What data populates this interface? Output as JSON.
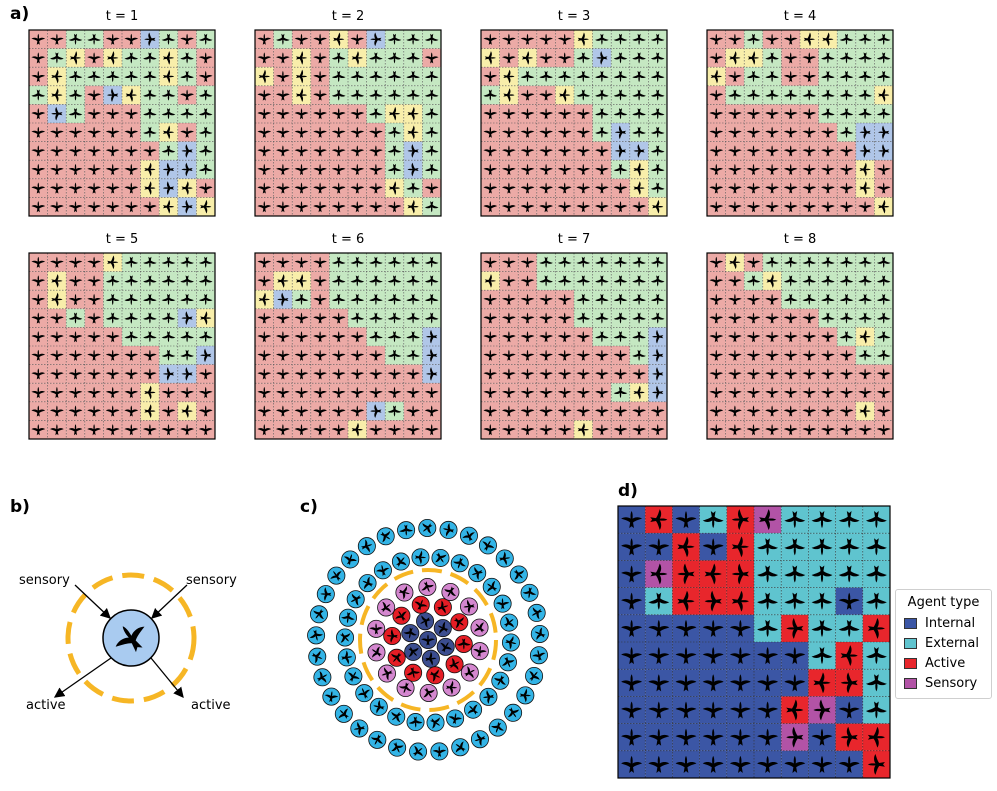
{
  "panel_labels": {
    "a": "a)",
    "b": "b)",
    "c": "c)",
    "d": "d)"
  },
  "colors": {
    "red_light": "#ecaaa6",
    "green_light": "#c5e8c2",
    "yellow_light": "#f8eeaa",
    "blue_light": "#b0c6e8",
    "internal": "#3b56a5",
    "external": "#5fc4cf",
    "active": "#e8262c",
    "sensory": "#b253a6",
    "circle_blue": "#33b4e6",
    "circle_red": "#e51d25",
    "circle_pink": "#d487cf",
    "circle_navy": "#3b4d8f",
    "boundary": "#f6b625",
    "agent_fill": "#a9cbf0"
  },
  "panel_a": {
    "grids": [
      {
        "title": "t = 1",
        "cells": [
          "RRGGRRBGRG",
          "RGYRYGGYGR",
          "RYGGGGGYGR",
          "GYGRBYGGRG",
          "RBGRRRGGGG",
          "RRRRRRGYRG",
          "RRRRRRRGBG",
          "RRRRRRYBBG",
          "RRRRRRYBYR",
          "RRRRRRRYBY"
        ]
      },
      {
        "title": "t = 2",
        "cells": [
          "RGRRYRBGGG",
          "RRYRGYGGGR",
          "YRYRGGGGGG",
          "RRYRGGGGGG",
          "RRRRRRGYYG",
          "RRRRRRRGYG",
          "RRRRRRRGBG",
          "RRRRRRRGBG",
          "RRRRRRRYGR",
          "RRRRRRRRYG"
        ]
      },
      {
        "title": "t = 3",
        "cells": [
          "RRRRRYGGGG",
          "YRYRRGBGGG",
          "RYGGGGGGGG",
          "GYRRYGGGGG",
          "RRRRRRGGGG",
          "RRRRRRGBGG",
          "RRRRRRRBBG",
          "RRRRRRRGYG",
          "RRRRRRRRYG",
          "RRRRRRRRRY"
        ]
      },
      {
        "title": "t = 4",
        "cells": [
          "RRGRRYYGGG",
          "RYYGRRGGGG",
          "YRGGRRGGGG",
          "RGGGGGGGGY",
          "RRRRRRGGGG",
          "RRRRRRRGBB",
          "RRRRRRRRBB",
          "RRRRRRRRYR",
          "RRRRRRRRYR",
          "RRRRRRRRRY"
        ]
      },
      {
        "title": "t = 5",
        "cells": [
          "RRRRYGGGGG",
          "RYRRGGGGGG",
          "RYRRGGGGGG",
          "RRGRGGGGBY",
          "RRRRRGGGGG",
          "RRRRRRRGGB",
          "RRRRRRRBBR",
          "RRRRRRYRRR",
          "RRRRRRYRYR",
          "RRRRRRRRRR"
        ]
      },
      {
        "title": "t = 6",
        "cells": [
          "RRRRGGGGGG",
          "RYYRGGGGGG",
          "YBGRGGGGGG",
          "RRRRRGGGGG",
          "RRRRRRGGGB",
          "RRRRRRRGGB",
          "RRRRRRRRRB",
          "RRRRRRRRRR",
          "RRRRRRBGRR",
          "RRRRRYRRRR"
        ]
      },
      {
        "title": "t = 7",
        "cells": [
          "RRRGGGGGGG",
          "YRRGGGGGGG",
          "RRRRRGGGGG",
          "RRRRRGGGGG",
          "RRRRRRGGGB",
          "RRRRRRRRGB",
          "RRRRRRRRRB",
          "RRRRRRRGYB",
          "RRRRRRRRRR",
          "RRRRRYRRRR"
        ]
      },
      {
        "title": "t = 8",
        "cells": [
          "RYRGGGGGGG",
          "RRGYGGGGGG",
          "RRRRGGGGGG",
          "RRRRRRGGGG",
          "RRRRRRRGYG",
          "RRRRRRRRGG",
          "RRRRRRRRRR",
          "RRRRRRRRRR",
          "RRRRRRRRYR",
          "RRRRRRRRRR"
        ]
      }
    ]
  },
  "panel_b": {
    "labels": {
      "sensory_left": "sensory",
      "sensory_right": "sensory",
      "active_left": "active",
      "active_right": "active"
    }
  },
  "panel_c": {
    "rings": [
      {
        "count": 1,
        "color": "navy"
      },
      {
        "count": 6,
        "color": "navy"
      },
      {
        "count": 10,
        "color": "red"
      },
      {
        "count": 14,
        "color": "pink"
      },
      {
        "count": 26,
        "color": "blue"
      },
      {
        "count": 33,
        "color": "blue"
      }
    ]
  },
  "panel_d": {
    "cells": [
      "IAIEASEEEE",
      "IIAIAEEEEE",
      "ISAAAEEEEE",
      "IEAAAEEEIE",
      "IIIIIEAEEA",
      "IIIIIIIEAE",
      "IIIIIIIAAE",
      "IIIIIIASIE",
      "IIIIIISIAA",
      "IIIIIIIIIA"
    ],
    "legend": {
      "title": "Agent type",
      "items": [
        {
          "label": "Internal",
          "key": "I"
        },
        {
          "label": "External",
          "key": "E"
        },
        {
          "label": "Active",
          "key": "A"
        },
        {
          "label": "Sensory",
          "key": "S"
        }
      ]
    }
  }
}
